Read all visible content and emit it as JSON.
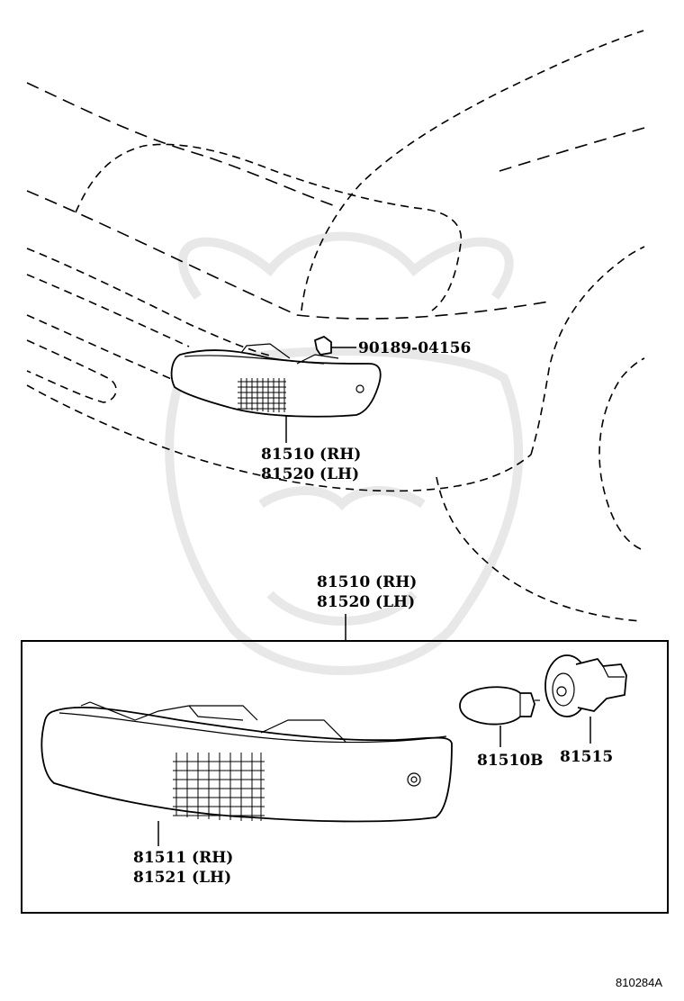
{
  "diagram": {
    "callouts": {
      "clip": "90189-04156",
      "lamp_assy_top_rh": "81510 (RH)",
      "lamp_assy_top_lh": "81520 (LH)",
      "lamp_assy_box_rh": "81510 (RH)",
      "lamp_assy_box_lh": "81520 (LH)",
      "lens_rh": "81511 (RH)",
      "lens_lh": "81521 (LH)",
      "bulb": "81510B",
      "socket": "81515"
    },
    "reference_number": "810284A"
  }
}
